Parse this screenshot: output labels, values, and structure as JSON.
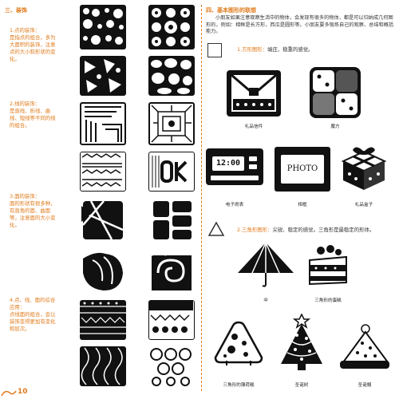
{
  "left": {
    "section_title": "三、装饰",
    "p1": {
      "heading": "1.点的装饰：",
      "text": "是指点的组合，多为大面积的装饰，注意点的大小和形状的变化。"
    },
    "p2": {
      "heading": "2.线的装饰：",
      "text": "是直线、折线、曲线、短线等不同的线的组合。"
    },
    "p3": {
      "heading": "3.面的装饰：",
      "text": "面的形状有很多种，有直角的面、曲面等，注意面的大小变化。"
    },
    "p4": {
      "heading": "4.点、线、面的综合应用：",
      "text": "点线面的组合，会让装饰变得更加有变化和层次。"
    }
  },
  "right": {
    "section_title": "四、基本图形的联想",
    "intro": "小朋友如果注意观察生活中的物体，会发现有很多的物体，都是可以归纳成几何图形的，例如：相框是长方形，西瓜是圆形等。小朋友要多锻炼自己的观察、总结和概括能力。",
    "rect": {
      "heading": "1.方形图形：",
      "desc": "端庄、稳重的感觉。"
    },
    "tri": {
      "heading": "2.三角形图形：",
      "desc": "尖锐、稳定的感觉。三角形是最稳定的形体。"
    },
    "row1": [
      "礼品信件",
      "魔方"
    ],
    "row2": [
      "电子闹表",
      "相框",
      "礼品盒子"
    ],
    "clock_display": "12:00",
    "frame_text": "PHOTO",
    "row3": [
      "伞",
      "三角形的蛋糕"
    ],
    "row4": [
      "三角形的薄荷糕",
      "圣诞树",
      "圣诞帽"
    ]
  },
  "footer": {
    "page_number": "10"
  },
  "colors": {
    "accent": "#e07a1a",
    "ink": "#111111"
  }
}
